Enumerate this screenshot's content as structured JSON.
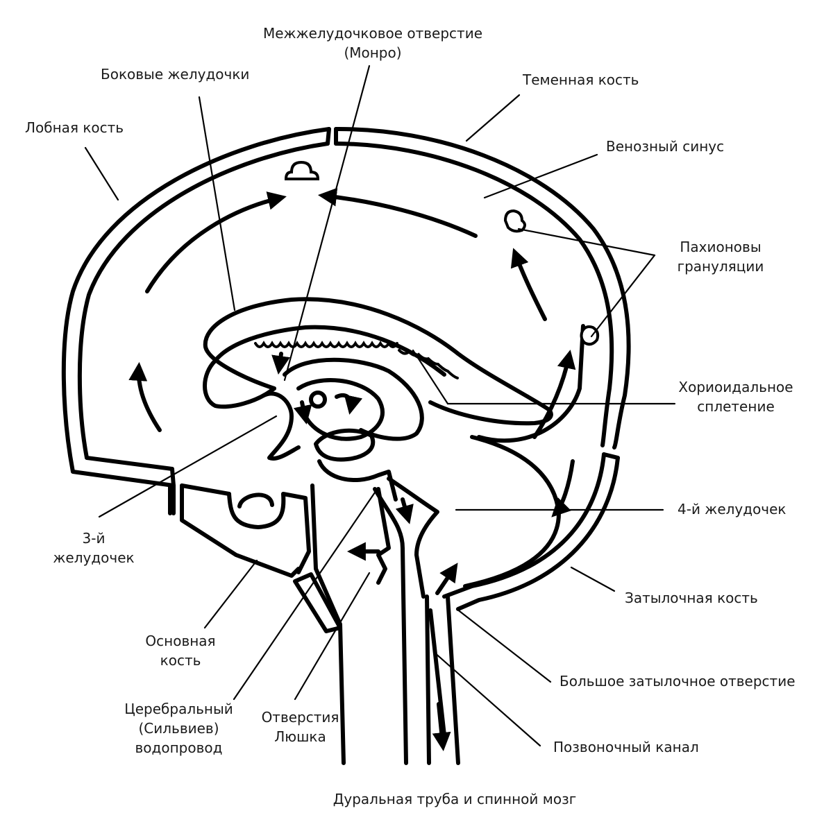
{
  "labels": {
    "interventricular_foramen": [
      "Межжелудочковое отверстие",
      "(Монро)"
    ],
    "lateral_ventricles": "Боковые желудочки",
    "parietal_bone": "Теменная кость",
    "frontal_bone": "Лобная кость",
    "venous_sinus": "Венозный синус",
    "pacchionian_granulations": [
      "Пахионовы",
      "грануляции"
    ],
    "choroid_plexus": [
      "Хориоидальное",
      "сплетение"
    ],
    "fourth_ventricle": "4-й желудочек",
    "third_ventricle": [
      "3-й",
      "желудочек"
    ],
    "occipital_bone": "Затылочная кость",
    "sphenoid_bone": [
      "Основная",
      "кость"
    ],
    "foramen_magnum": "Большое затылочное отверстие",
    "cerebral_aqueduct": [
      "Церебральный",
      "(Сильвиев)",
      "водопровод"
    ],
    "luschka_foramina": [
      "Отверстия",
      "Люшка"
    ],
    "spinal_canal": "Позвоночный канал",
    "dural_tube": "Дуральная труба и спинной мозг"
  },
  "colors": {
    "line": "#000000",
    "text": "#1a1a1a",
    "background": "#ffffff"
  }
}
